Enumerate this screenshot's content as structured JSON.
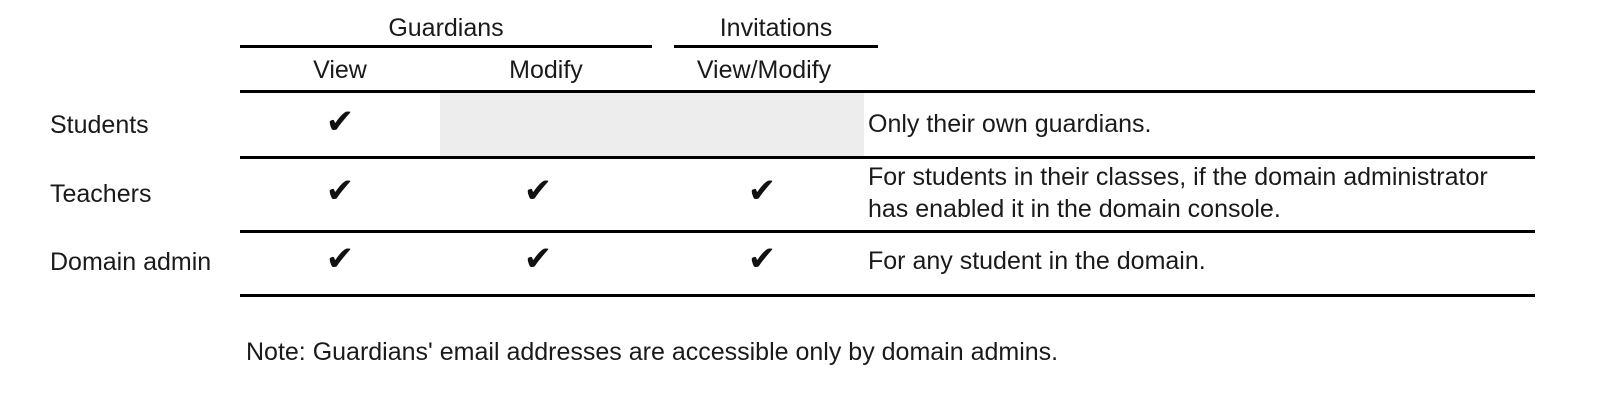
{
  "figure": {
    "type": "table",
    "shaded_color": "#ededed",
    "rule_color": "#000000",
    "text_color": "#1a1a1a",
    "check_glyph": "✔"
  },
  "group_headers": [
    {
      "label": "Guardians",
      "spans": 2
    },
    {
      "label": "Invitations",
      "spans": 1
    }
  ],
  "column_headers": [
    {
      "label": "View"
    },
    {
      "label": "Modify"
    },
    {
      "label": "View/Modify"
    }
  ],
  "rows": [
    {
      "label": "Students",
      "cells": [
        {
          "state": "check",
          "mark": "✔"
        },
        {
          "state": "shaded",
          "mark": ""
        },
        {
          "state": "shaded",
          "mark": ""
        }
      ],
      "description": "Only their own guardians."
    },
    {
      "label": "Teachers",
      "cells": [
        {
          "state": "check",
          "mark": "✔"
        },
        {
          "state": "check",
          "mark": "✔"
        },
        {
          "state": "check",
          "mark": "✔"
        }
      ],
      "description": "For students in their classes, if the domain administrator has enabled it in the domain console."
    },
    {
      "label": "Domain admin",
      "cells": [
        {
          "state": "check",
          "mark": "✔"
        },
        {
          "state": "check",
          "mark": "✔"
        },
        {
          "state": "check",
          "mark": "✔"
        }
      ],
      "description": "For any student in the domain."
    }
  ],
  "footnote": "Note: Guardians' email addresses are accessible only by domain admins."
}
